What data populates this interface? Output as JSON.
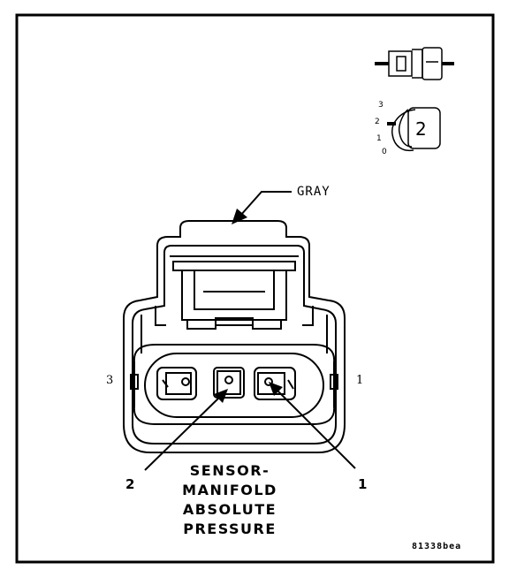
{
  "connector": {
    "color_label": "GRAY",
    "cavity_labels_left": "3",
    "cavity_labels_right": "1",
    "callout_left": "2",
    "callout_right": "1"
  },
  "title_lines": [
    "SENSOR-",
    "MANIFOLD",
    "ABSOLUTE",
    "PRESSURE"
  ],
  "figure_code": "81338bea",
  "orientation_key": {
    "digit": "2",
    "scale": [
      "3",
      "2",
      "1",
      "0"
    ]
  }
}
